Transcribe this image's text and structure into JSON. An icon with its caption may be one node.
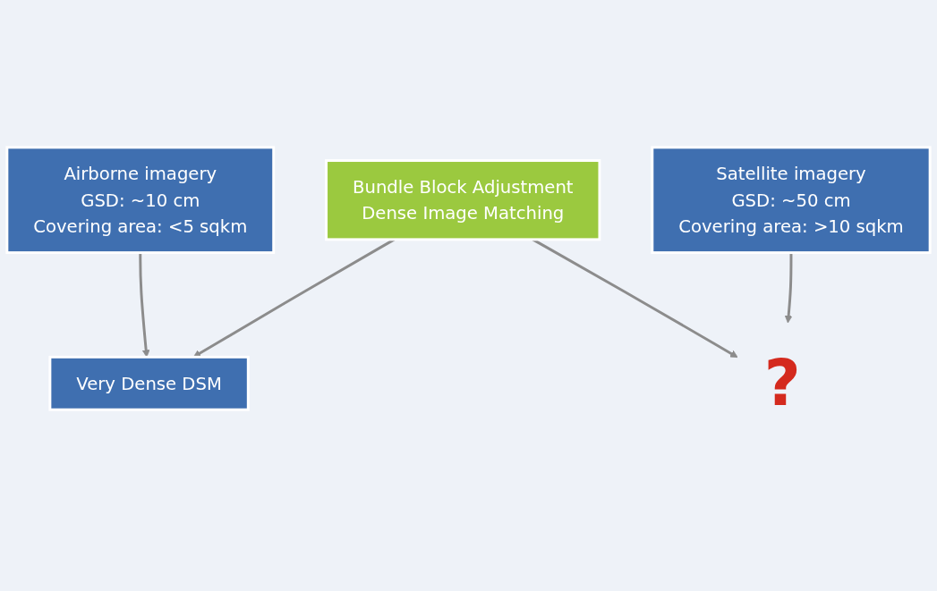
{
  "diagram": {
    "nodes": [
      {
        "text": [
          "Airborne imagery",
          "GSD: ~10 cm",
          "Covering area: <5 sqkm"
        ]
      },
      {
        "text": [
          "Satellite imagery",
          "GSD: ~50 cm",
          "Covering area: >10 sqkm"
        ]
      },
      {
        "text": [
          "Bundle Block Adjustment",
          "Dense Image Matching"
        ]
      },
      {
        "text": [
          "Very Dense DSM"
        ]
      },
      {
        "text": [
          "?"
        ]
      }
    ],
    "edges": [
      {
        "from": 0,
        "to": 3,
        "arrow": "to"
      },
      {
        "from": 1,
        "to": 4,
        "arrow": "to"
      },
      {
        "from": 2,
        "to": 3,
        "arrow": "to"
      },
      {
        "from": 2,
        "to": 4,
        "arrow": "to"
      }
    ]
  }
}
